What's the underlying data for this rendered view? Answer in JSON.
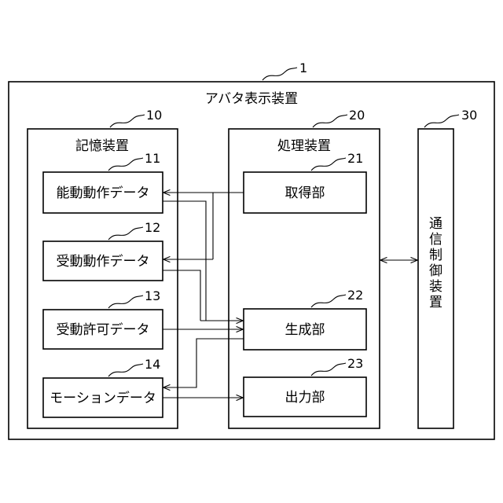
{
  "system": {
    "ref": "1",
    "label": "アバタ表示装置"
  },
  "storage": {
    "ref": "10",
    "label": "記憶装置",
    "items": [
      {
        "ref": "11",
        "label": "能動動作データ"
      },
      {
        "ref": "12",
        "label": "受動動作データ"
      },
      {
        "ref": "13",
        "label": "受動許可データ"
      },
      {
        "ref": "14",
        "label": "モーションデータ"
      }
    ]
  },
  "processor": {
    "ref": "20",
    "label": "処理装置",
    "units": [
      {
        "ref": "21",
        "label": "取得部"
      },
      {
        "ref": "22",
        "label": "生成部"
      },
      {
        "ref": "23",
        "label": "出力部"
      }
    ]
  },
  "comm": {
    "ref": "30",
    "label": "通信制御装置",
    "chars": [
      "通",
      "信",
      "制",
      "御",
      "装",
      "置"
    ]
  }
}
